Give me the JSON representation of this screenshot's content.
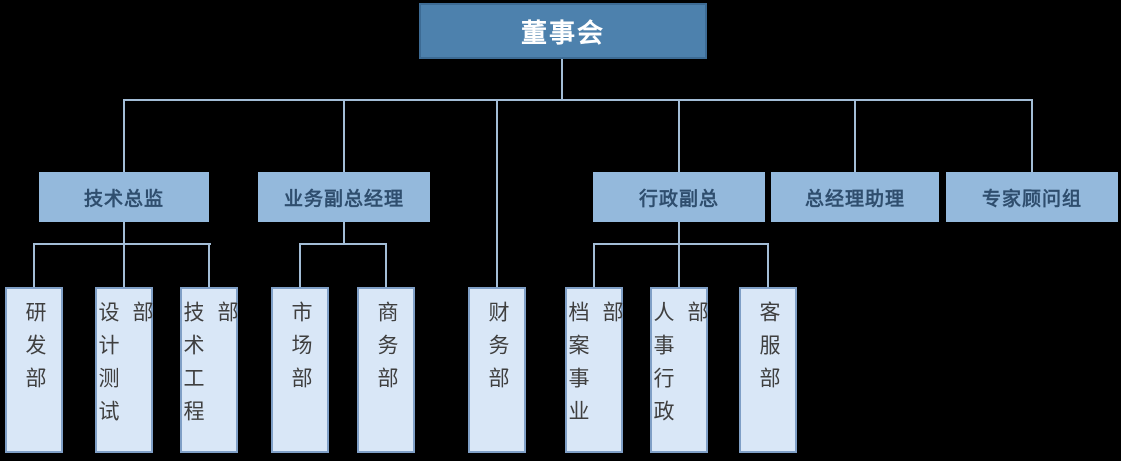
{
  "org_chart": {
    "type": "organization-hierarchy",
    "root": {
      "label": "董事会"
    },
    "executives": [
      {
        "label": "技术总监"
      },
      {
        "label": "业务副总经理"
      },
      {
        "label": "行政副总"
      },
      {
        "label": "总经理助理"
      },
      {
        "label": "专家顾问组"
      }
    ],
    "departments": [
      {
        "label": "研发部",
        "reports_to": "技术总监"
      },
      {
        "label": "设计测试部",
        "reports_to": "技术总监"
      },
      {
        "label": "技术工程部",
        "reports_to": "技术总监"
      },
      {
        "label": "市场部",
        "reports_to": "业务副总经理"
      },
      {
        "label": "商务部",
        "reports_to": "业务副总经理"
      },
      {
        "label": "财务部",
        "reports_to": "董事会"
      },
      {
        "label": "档案事业部",
        "reports_to": "行政副总"
      },
      {
        "label": "人事行政部",
        "reports_to": "行政副总"
      },
      {
        "label": "客服部",
        "reports_to": "行政副总"
      }
    ],
    "colors": {
      "background": "#000000",
      "root_box_fill": "#4d81ad",
      "root_box_border": "#3d6b94",
      "root_text": "#ffffff",
      "executive_box_fill": "#94b9dc",
      "executive_text": "#2f4e6e",
      "department_box_fill": "#d9e7f7",
      "department_box_border": "#7f9fc6",
      "department_text": "#3f3f3f",
      "connector_line": "#a3bdd6"
    }
  }
}
